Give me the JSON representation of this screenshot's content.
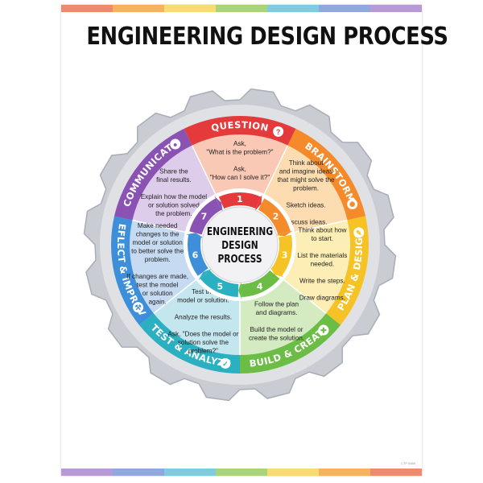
{
  "title": "ENGINEERING DESIGN PROCESS",
  "center": {
    "line1": "ENGINEERING",
    "line2": "DESIGN",
    "line3": "PROCESS"
  },
  "footer_code": "CTP 5585",
  "colors": {
    "question": "#e53a3b",
    "brainstorm": "#f58a2a",
    "plan": "#f6c326",
    "build": "#6cbd45",
    "test": "#2bb0c2",
    "reflect": "#3d8fd9",
    "communicate": "#8a52b2",
    "gear": "#c9ccd2"
  },
  "stages": [
    {
      "number": "1",
      "label": "QUESTION",
      "icon": "question-icon",
      "text": [
        "Ask,",
        "\"What is the problem?\"",
        "",
        "Ask,",
        "\"How can I solve it?\""
      ]
    },
    {
      "number": "2",
      "label": "BRAINSTORM",
      "icon": "lightbulb-icon",
      "text": [
        "Think about",
        "and imagine ideas",
        "that might solve the",
        "problem.",
        "",
        "Sketch ideas.",
        "",
        "Discuss ideas."
      ]
    },
    {
      "number": "3",
      "label": "PLAN & DESIGN",
      "icon": "pencil-icon",
      "text": [
        "Think about how",
        "to start.",
        "",
        "List the materials",
        "needed.",
        "",
        "Write the steps.",
        "",
        "Draw diagrams."
      ]
    },
    {
      "number": "4",
      "label": "BUILD & CREATE",
      "icon": "puzzle-icon",
      "text": [
        "Follow the plan",
        "and diagrams.",
        "",
        "Build the model or",
        "create the solution."
      ]
    },
    {
      "number": "5",
      "label": "TEST & ANALYZE",
      "icon": "checkmark-icon",
      "text": [
        "Test the",
        "model or solution.",
        "",
        "Analyze the results.",
        "",
        "Ask, \"Does the model or",
        "solution solve the",
        "problem?\""
      ]
    },
    {
      "number": "6",
      "label": "REFLECT & IMPROVE",
      "icon": "wrench-icon",
      "text": [
        "Make needed",
        "changes to the",
        "model or solution",
        "to better solve the",
        "problem.",
        "",
        "If changes are made,",
        "test the model",
        "or solution",
        "again."
      ]
    },
    {
      "number": "7",
      "label": "COMMUNICATE",
      "icon": "piggy-bank-icon",
      "text": [
        "Share the",
        "final results.",
        "",
        "Explain how the model",
        "or solution solved",
        "the problem."
      ]
    }
  ]
}
